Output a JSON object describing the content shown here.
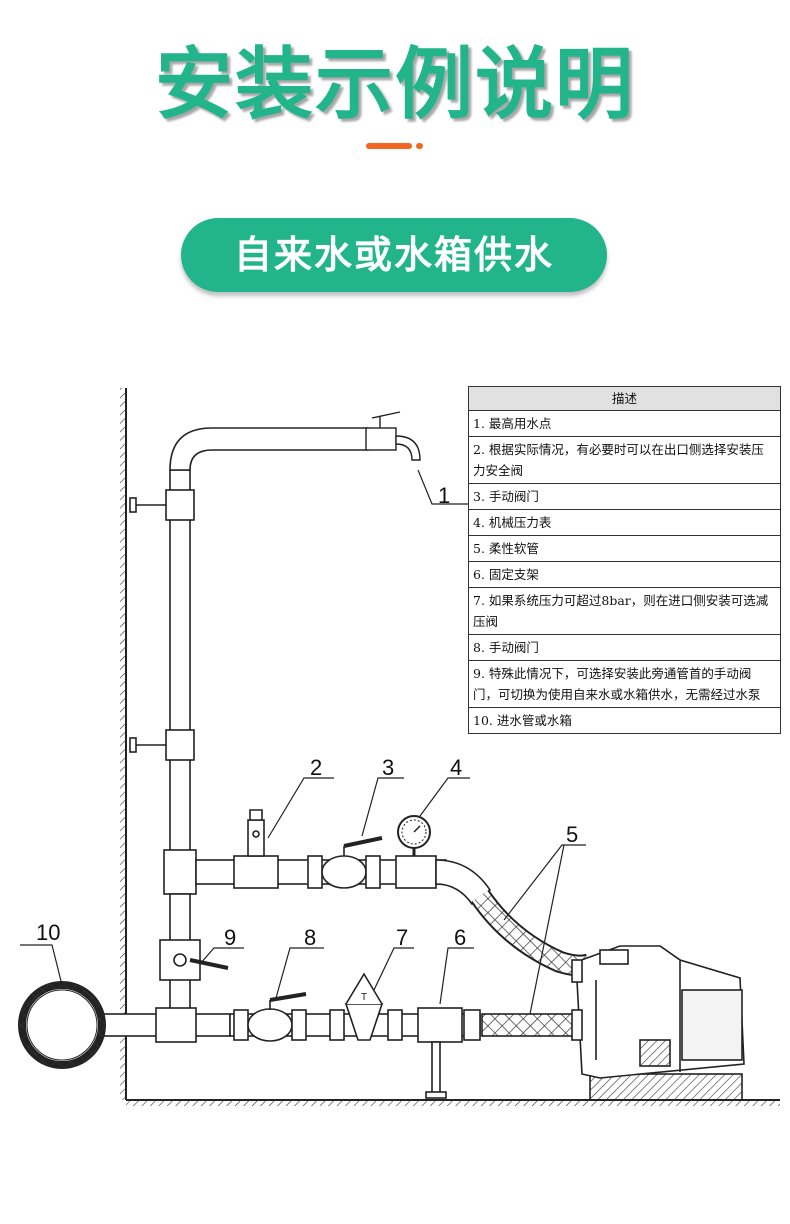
{
  "title": "安装示例说明",
  "section_label": "自来水或水箱供水",
  "legend": {
    "header": "描述",
    "items": [
      "1. 最高用水点",
      "2. 根据实际情况，有必要时可以在出口侧选择安装压力安全阀",
      "3. 手动阀门",
      "4. 机械压力表",
      "5. 柔性软管",
      "6. 固定支架",
      "7. 如果系统压力可超过8bar，则在进口侧安装可选减压阀",
      "8. 手动阀门",
      "9. 特殊此情况下，可选择安装此旁通管首的手动阀门，可切换为使用自来水或水箱供水，无需经过水泵",
      "10. 进水管或水箱"
    ]
  },
  "callouts": [
    "1",
    "2",
    "3",
    "4",
    "5",
    "6",
    "7",
    "8",
    "9",
    "10"
  ],
  "gauge_mark": "T",
  "colors": {
    "accent_green": "#22b58b",
    "accent_orange": "#f26522",
    "line": "#222222",
    "table_header_bg": "#e1e1e1"
  }
}
